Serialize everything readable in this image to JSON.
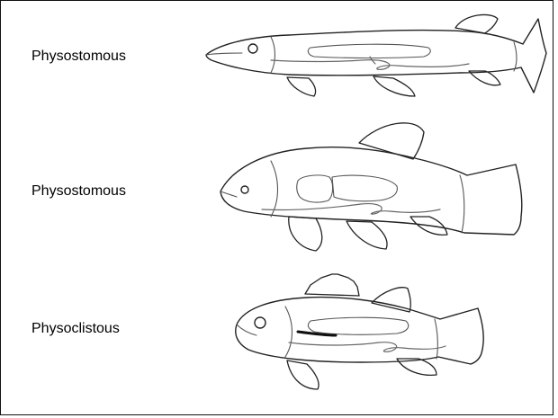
{
  "figure": {
    "labels": [
      {
        "text": "Physostomous"
      },
      {
        "text": "Physostomous"
      },
      {
        "text": "Physoclistous"
      }
    ],
    "fish": [
      {
        "icon": "pike-fish-icon"
      },
      {
        "icon": "carp-fish-icon"
      },
      {
        "icon": "perch-fish-icon"
      }
    ]
  }
}
